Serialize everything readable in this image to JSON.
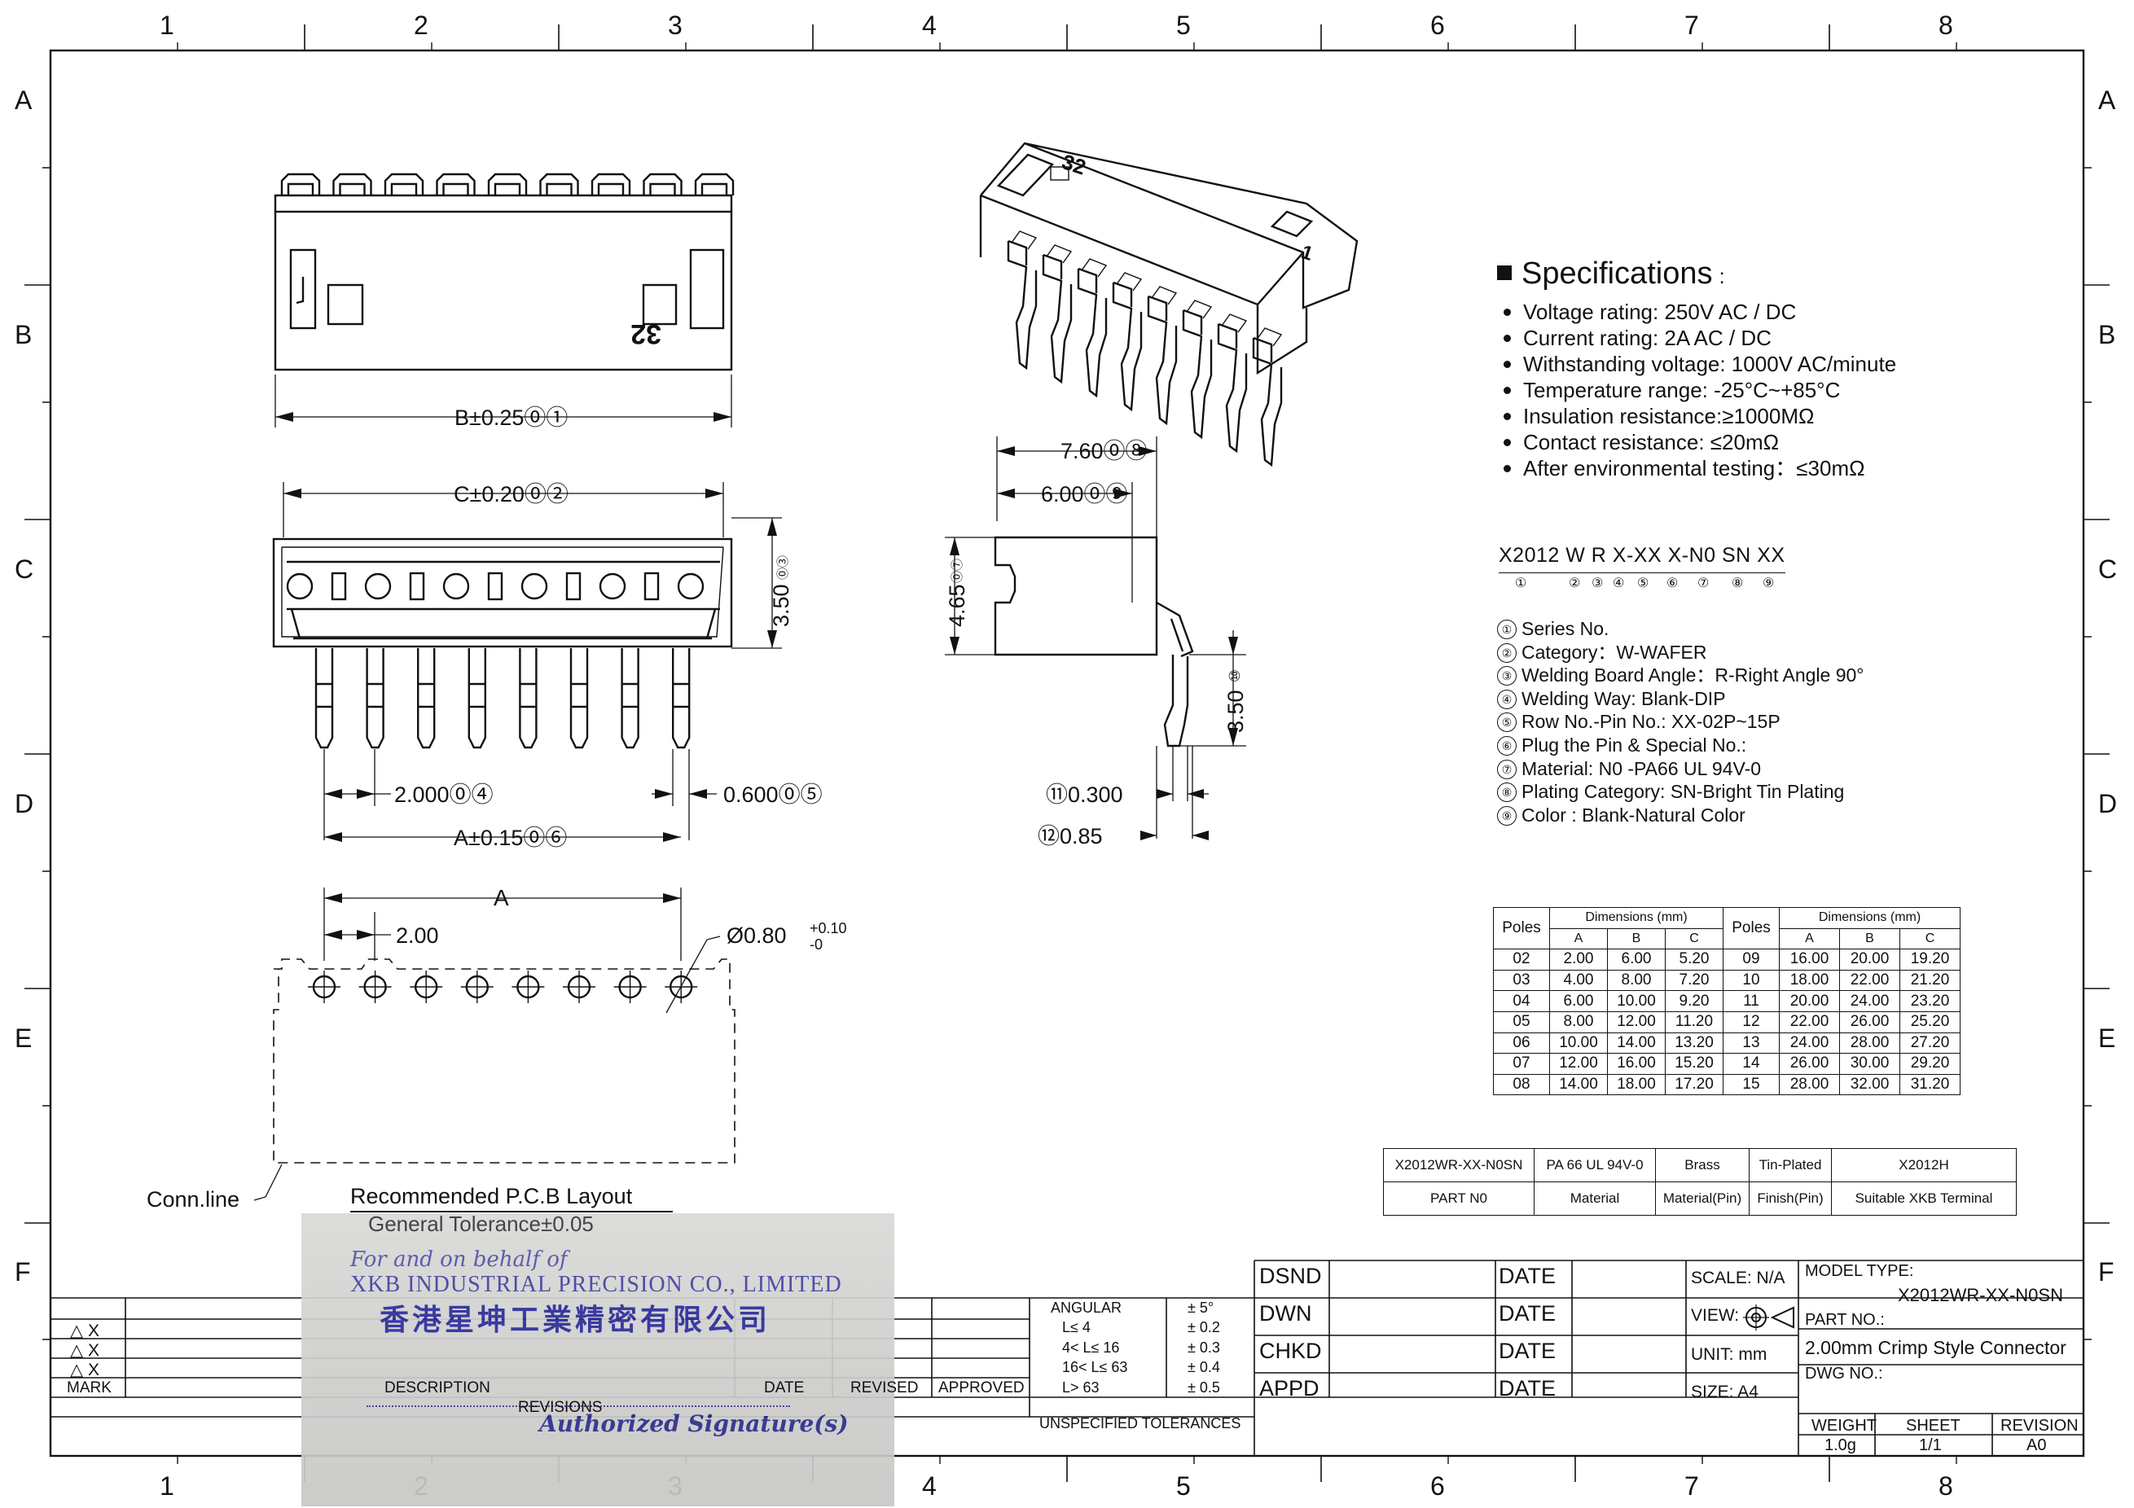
{
  "frame": {
    "col_labels": [
      "1",
      "2",
      "3",
      "4",
      "5",
      "6",
      "7",
      "8"
    ],
    "row_labels": [
      "A",
      "B",
      "C",
      "D",
      "E",
      "F"
    ]
  },
  "specs": {
    "heading": "Specifications",
    "colon": ":",
    "items": [
      "Voltage rating: 250V AC / DC",
      "Current rating: 2A  AC / DC",
      "Withstanding voltage: 1000V AC/minute",
      "Temperature range: -25°C~+85°C",
      "Insulation resistance:≥1000MΩ",
      "Contact resistance: ≤20mΩ",
      "After environmental testing：≤30mΩ"
    ]
  },
  "part_code": {
    "code": "X2012 W R X-XX X-N0 SN XX",
    "markers": [
      "①",
      "②",
      "③",
      "④",
      "⑤",
      "⑥",
      "⑦",
      "⑧",
      "⑨"
    ]
  },
  "legend": [
    {
      "num": "①",
      "text": "Series No."
    },
    {
      "num": "②",
      "text": "Category：W-WAFER"
    },
    {
      "num": "③",
      "text": "Welding Board Angle：R-Right Angle 90°"
    },
    {
      "num": "④",
      "text": "Welding Way:  Blank-DIP"
    },
    {
      "num": "⑤",
      "text": "Row No.-Pin No.:  XX-02P~15P"
    },
    {
      "num": "⑥",
      "text": "Plug the Pin & Special No.:"
    },
    {
      "num": "⑦",
      "text": "Material:  N0 -PA66  UL 94V-0"
    },
    {
      "num": "⑧",
      "text": "Plating Category:  SN-Bright Tin Plating"
    },
    {
      "num": "⑨",
      "text": "Color :  Blank-Natural Color"
    }
  ],
  "dimensions": {
    "poles_label": "Poles",
    "group_label": "Dimensions (mm)",
    "cols": [
      "A",
      "B",
      "C"
    ],
    "rows": [
      [
        "02",
        "2.00",
        "6.00",
        "5.20",
        "09",
        "16.00",
        "20.00",
        "19.20"
      ],
      [
        "03",
        "4.00",
        "8.00",
        "7.20",
        "10",
        "18.00",
        "22.00",
        "21.20"
      ],
      [
        "04",
        "6.00",
        "10.00",
        "9.20",
        "11",
        "20.00",
        "24.00",
        "23.20"
      ],
      [
        "05",
        "8.00",
        "12.00",
        "11.20",
        "12",
        "22.00",
        "26.00",
        "25.20"
      ],
      [
        "06",
        "10.00",
        "14.00",
        "13.20",
        "13",
        "24.00",
        "28.00",
        "27.20"
      ],
      [
        "07",
        "12.00",
        "16.00",
        "15.20",
        "14",
        "26.00",
        "30.00",
        "29.20"
      ],
      [
        "08",
        "14.00",
        "18.00",
        "17.20",
        "15",
        "28.00",
        "32.00",
        "31.20"
      ]
    ]
  },
  "part_table": {
    "values": [
      "X2012WR-XX-N0SN",
      "PA 66  UL 94V-0",
      "Brass",
      "Tin-Plated",
      "X2012H"
    ],
    "headers": [
      "PART N0",
      "Material",
      "Material(Pin)",
      "Finish(Pin)",
      "Suitable XKB Terminal"
    ]
  },
  "drawing": {
    "dim_b": "B±0.25⓪①",
    "dim_c": "C±0.20⓪②",
    "dim_350a": "3.50",
    "dim_350a_mark": "⓪③",
    "dim_2000": "2.000⓪④",
    "dim_0600": "0.600⓪⑤",
    "dim_a015": "A±0.15⓪⑥",
    "dim_465": "4.65",
    "dim_465_mark": "⓪⑦",
    "dim_760": "7.60⓪⑧",
    "dim_600": "6.00⓪⑨",
    "dim_350b": "3.50",
    "dim_350b_mark": "⑩",
    "dim_0300": "⑪0.300",
    "dim_085": "⑫0.85",
    "pcb_a": "A",
    "pcb_200": "2.00",
    "pcb_hole": "Ø0.80",
    "pcb_hole_tol_plus": "+0.10",
    "pcb_hole_tol_minus": "-0",
    "conn_line": "Conn.line",
    "pcb_title": "Recommended P.C.B Layout",
    "pcb_tol": "General Tolerance±0.05",
    "front_mark_32": "32",
    "front_mark_1": "1",
    "iso_mark_32": "32",
    "iso_mark_1": "1"
  },
  "stamp": {
    "line1": "For and on behalf of",
    "line2": "XKB INDUSTRIAL PRECISION CO., LIMITED",
    "line3": "香港星坤工業精密有限公司",
    "line4": "Authorized Signature(s)"
  },
  "title_block": {
    "revisions": {
      "marks": [
        "△ X",
        "△ X",
        "△ X"
      ],
      "headers": [
        "MARK",
        "DESCRIPTION",
        "DATE",
        "REVISED",
        "APPROVED"
      ],
      "footer": "REVISIONS"
    },
    "tolerances": {
      "rows": [
        [
          "ANGULAR",
          "± 5°"
        ],
        [
          "L≤ 4",
          "± 0.2"
        ],
        [
          "4< L≤ 16",
          "± 0.3"
        ],
        [
          "16< L≤ 63",
          "± 0.4"
        ],
        [
          "L> 63",
          "± 0.5"
        ]
      ],
      "footer": "UNSPECIFIED  TOLERANCES"
    },
    "approvals": [
      "DSND",
      "DWN",
      "CHKD",
      "APPD"
    ],
    "date_label": "DATE",
    "scale": "SCALE: N/A",
    "view": "VIEW:",
    "unit": "UNIT:  mm",
    "size": "SIZE:  A4",
    "model_type_label": "MODEL TYPE:",
    "model_type": "X2012WR-XX-N0SN",
    "part_no_label": "PART NO.:",
    "part_no": "2.00mm Crimp Style Connector",
    "dwg_no_label": "DWG NO.:",
    "weight_label": "WEIGHT",
    "weight": "1.0g",
    "sheet_label": "SHEET",
    "sheet": "1/1",
    "revision_label": "REVISION",
    "revision": "A0"
  }
}
